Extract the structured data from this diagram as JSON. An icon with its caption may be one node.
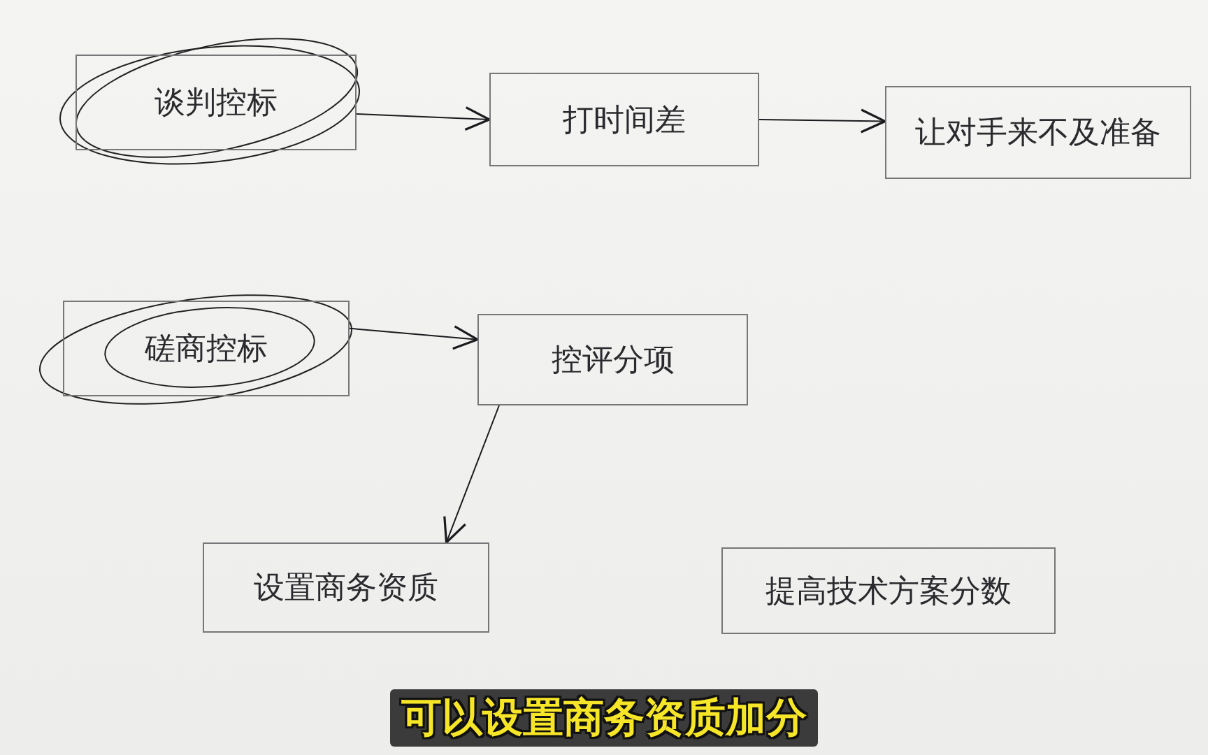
{
  "diagram": {
    "caption": "可以设置商务资质加分",
    "nodes": [
      {
        "text": [
          "谈判控标"
        ]
      },
      {
        "text": [
          "打时间差"
        ]
      },
      {
        "text": [
          "让对手来不及准备"
        ]
      },
      {
        "text": [
          "磋商控标"
        ]
      },
      {
        "text": [
          "控评分项"
        ]
      },
      {
        "text": [
          "设置商务资质"
        ]
      },
      {
        "text": [
          "提高技术方案分数"
        ]
      }
    ],
    "edges": [
      {
        "from": 0,
        "to": 1,
        "arrow": "to"
      },
      {
        "from": 1,
        "to": 2,
        "arrow": "to"
      },
      {
        "from": 3,
        "to": 4,
        "arrow": "to"
      },
      {
        "from": 4,
        "to": 5,
        "arrow": "to"
      }
    ]
  }
}
